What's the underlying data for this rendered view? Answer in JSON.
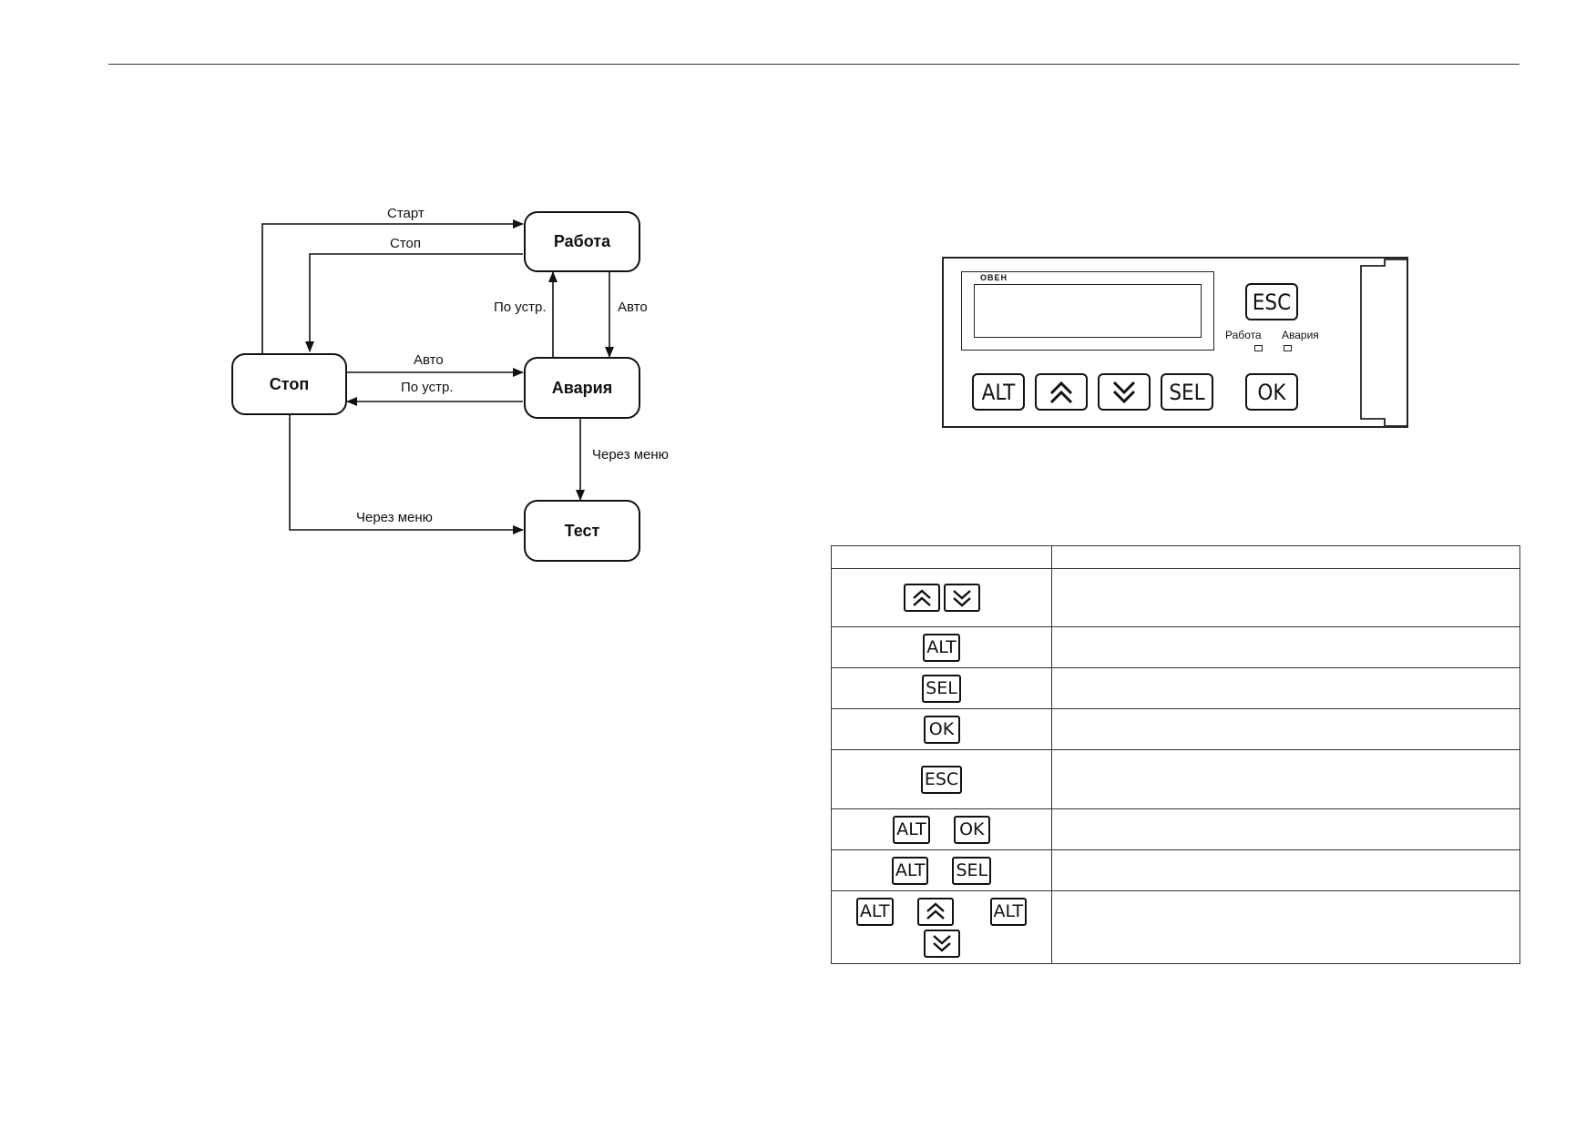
{
  "diagram": {
    "states": {
      "work": "Работа",
      "stop": "Стоп",
      "alarm": "Авария",
      "test": "Тест"
    },
    "edges": {
      "start": "Старт",
      "stop": "Стоп",
      "by_device_up": "По устр.",
      "auto_down": "Авто",
      "auto_right": "Авто",
      "by_device_left": "По устр.",
      "via_menu_vertical": "Через меню",
      "via_menu_horizontal": "Через меню"
    }
  },
  "panel": {
    "logo": "ОВЕН",
    "keys": {
      "esc": "ESC",
      "alt": "ALT",
      "sel": "SEL",
      "ok": "OK",
      "up": "up-arrow-icon",
      "down": "down-arrow-icon"
    },
    "leds": {
      "work": "Работа",
      "alarm": "Авария"
    }
  },
  "table": {
    "header": [
      "",
      ""
    ],
    "rows": [
      {
        "keys": [
          "up",
          "down"
        ],
        "description": ""
      },
      {
        "keys": [
          "ALT"
        ],
        "description": ""
      },
      {
        "keys": [
          "SEL"
        ],
        "description": ""
      },
      {
        "keys": [
          "OK"
        ],
        "description": ""
      },
      {
        "keys": [
          "ESC"
        ],
        "description": ""
      },
      {
        "keys": [
          "ALT",
          "OK"
        ],
        "description": ""
      },
      {
        "keys": [
          "ALT",
          "SEL"
        ],
        "description": ""
      },
      {
        "keys": [
          "ALT",
          "up",
          "ALT",
          "down"
        ],
        "description": ""
      }
    ]
  }
}
